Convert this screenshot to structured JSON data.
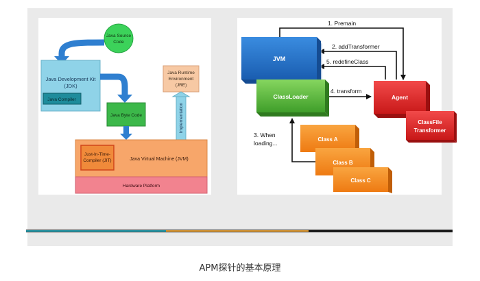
{
  "left_diagram": {
    "java_source": [
      "Java Source",
      "Code"
    ],
    "jdk": [
      "Java Development Kit",
      "(JDK)"
    ],
    "java_compiler": "Java Compiler",
    "byte_code": "Java Byte Code",
    "jre": [
      "Java Runtime",
      "Environment",
      "(JRE)"
    ],
    "implementation": "Implementation",
    "jit": [
      "Just-In-Time-",
      "Compiler (JIT)"
    ],
    "jvm": "Java Virtual Machine (JVM)",
    "hardware": "Hardware Platform"
  },
  "right_diagram": {
    "jvm": "JVM",
    "classloader": "ClassLoader",
    "agent": "Agent",
    "transformer": [
      "ClassFile",
      "Transformer"
    ],
    "class_a": "Class A",
    "class_b": "Class B",
    "class_c": "Class C",
    "step1": "1. Premain",
    "step2": "2. addTransformer",
    "step5": "5. redefineClass",
    "step4": "4. transform",
    "step3": [
      "3. When",
      "loading..."
    ]
  },
  "caption": "APM探针的基本原理",
  "colors": {
    "panel_bg": "#eaeaea",
    "source_green": "#3cd25a",
    "jdk_blue": "#8fd3e8",
    "compiler_teal": "#1e8c9c",
    "byte_green": "#3cb84a",
    "jre_peach": "#f7c9a4",
    "jvm_orange": "#f7a66a",
    "hardware_pink": "#f2838f",
    "jvm_blue": "#1f6fc8",
    "classloader_green": "#5fbf3f",
    "agent_red": "#e32a2a",
    "class_orange": "#f5891f"
  }
}
